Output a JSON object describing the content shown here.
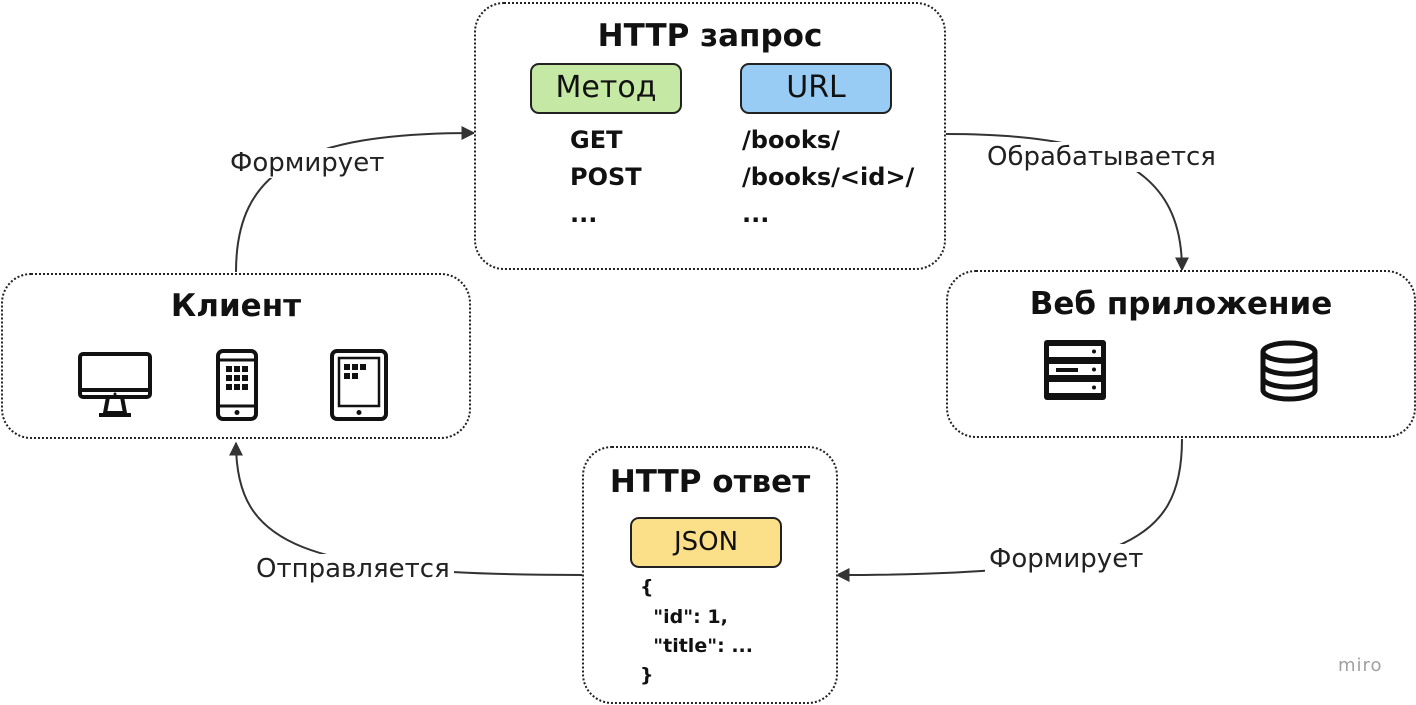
{
  "request_box": {
    "title": "HTTP запрос",
    "method_label": "Метод",
    "url_label": "URL",
    "methods": [
      "GET",
      "POST",
      "..."
    ],
    "urls": [
      "/books/",
      "/books/<id>/",
      "..."
    ]
  },
  "client_box": {
    "title": "Клиент",
    "icons": [
      "desktop-icon",
      "smartphone-icon",
      "tablet-icon"
    ]
  },
  "webapp_box": {
    "title": "Веб приложение",
    "icons": [
      "server-icon",
      "database-icon"
    ]
  },
  "response_box": {
    "title": "HTTP ответ",
    "format_label": "JSON",
    "json_lines": [
      "{",
      "  \"id\": 1,",
      "  \"title\": ...",
      "}"
    ]
  },
  "edges": {
    "client_to_request": "Формирует",
    "request_to_webapp": "Обрабатывается",
    "webapp_to_response": "Формирует",
    "response_to_client": "Отправляется"
  },
  "watermark": "miro",
  "colors": {
    "method_fill": "#c5e8a4",
    "url_fill": "#99ccf5",
    "json_fill": "#fbe089",
    "border": "#222222"
  }
}
